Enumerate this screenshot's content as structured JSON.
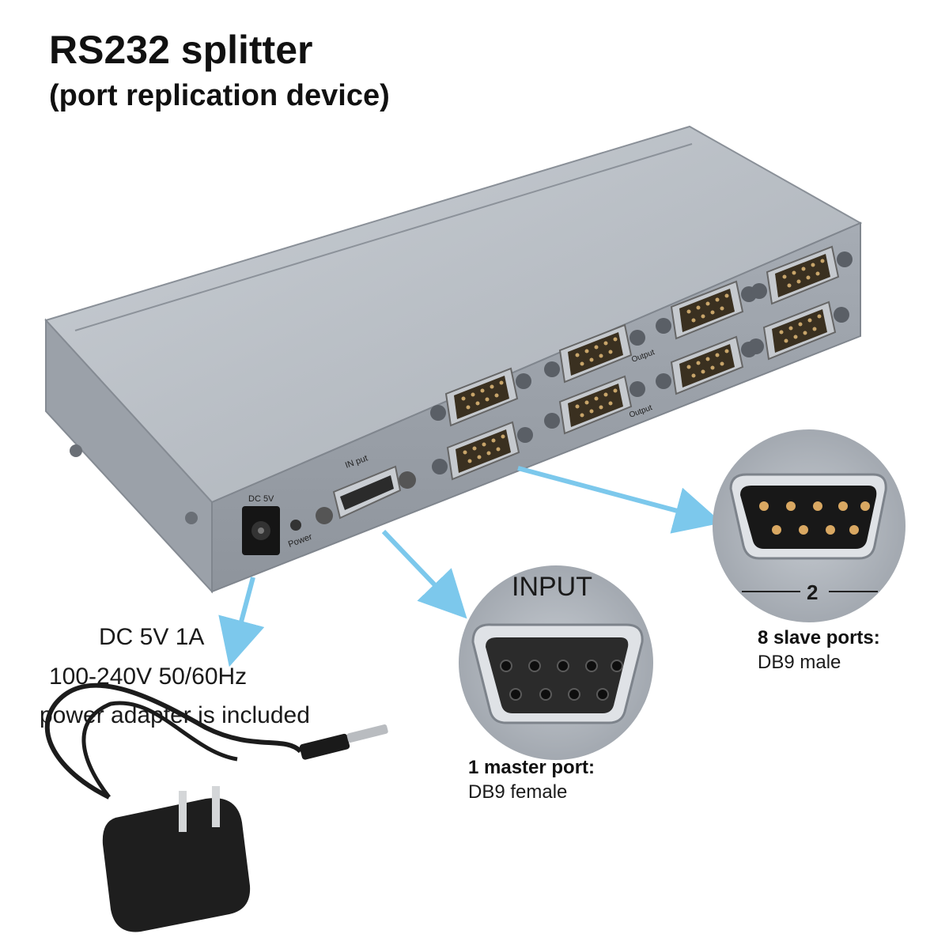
{
  "title": "RS232 splitter",
  "subtitle": "(port replication device)",
  "device": {
    "dc_label": "DC 5V",
    "power_label": "Power",
    "input_label": "IN put",
    "output_label": "Output"
  },
  "power_info": {
    "line1": "DC 5V 1A",
    "line2": "100-240V 50/60Hz",
    "line3": "power adapter is included"
  },
  "input_callout": {
    "zoom_label": "INPUT",
    "count": "1 master port:",
    "type": "DB9 female"
  },
  "output_callout": {
    "zoom_label": "2",
    "count": "8 slave ports:",
    "type": "DB9 male"
  },
  "colors": {
    "arrow": "#7cc8ec",
    "device_top": "#b9bfc6",
    "device_front": "#9aa0a8",
    "connector_gold": "#c8a56a"
  }
}
